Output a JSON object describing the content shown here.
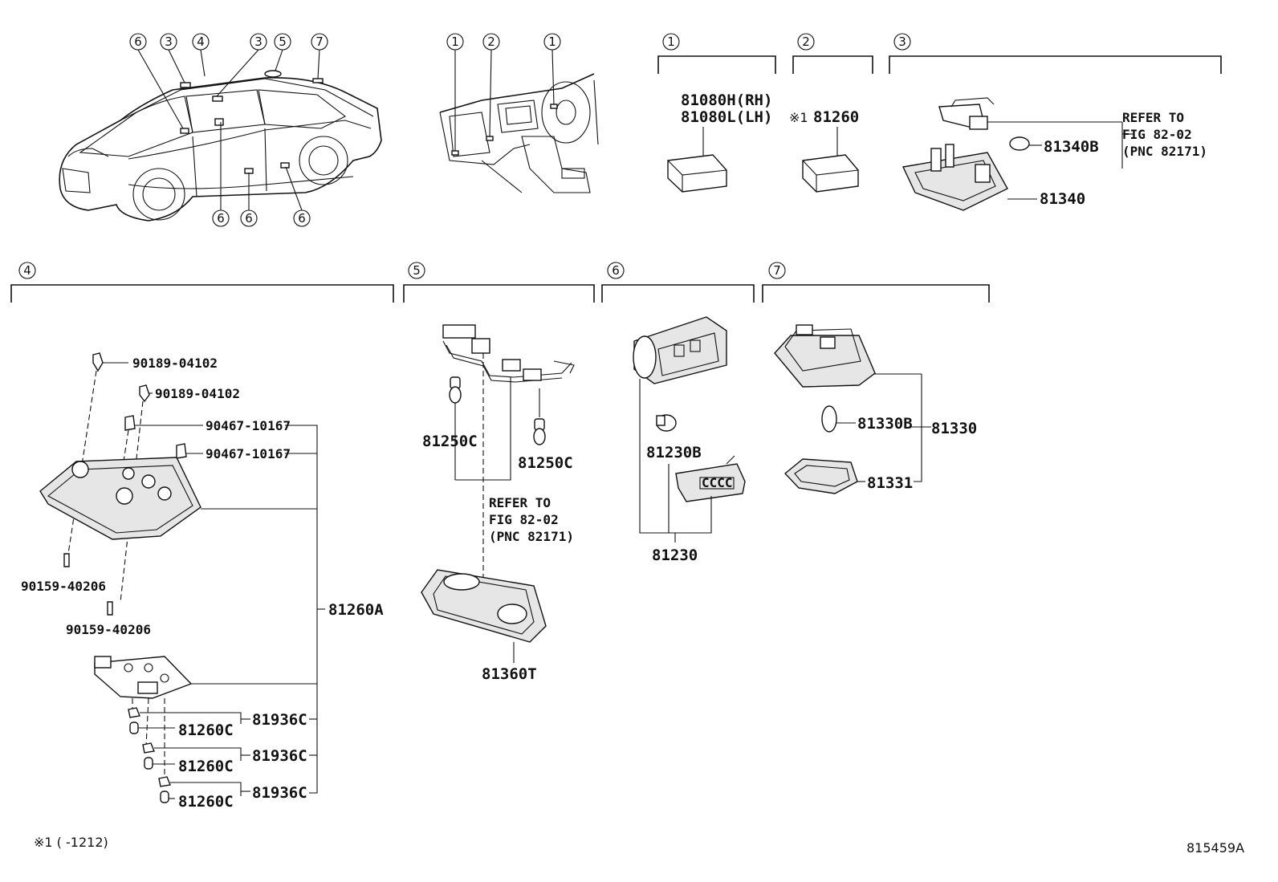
{
  "diagram": {
    "callout_numbers": [
      "1",
      "2",
      "3",
      "4",
      "5",
      "6",
      "7"
    ],
    "sections": [
      {
        "id": "1",
        "parts": [
          "81080H(RH)",
          "81080L(LH)"
        ]
      },
      {
        "id": "2",
        "note_mark": "※1",
        "parts": [
          "81260"
        ]
      },
      {
        "id": "3",
        "parts": [
          "81340B",
          "81340"
        ],
        "refer": [
          "REFER TO",
          "FIG 82-02",
          "(PNC 82171)"
        ]
      },
      {
        "id": "4",
        "parts": [
          "90189-04102",
          "90189-04102",
          "90467-10167",
          "90467-10167",
          "90159-40206",
          "90159-40206",
          "81260A",
          "81260C",
          "81936C",
          "81260C",
          "81936C",
          "81260C",
          "81936C"
        ]
      },
      {
        "id": "5",
        "parts": [
          "81250C",
          "81250C",
          "81360T"
        ],
        "refer": [
          "REFER TO",
          "FIG 82-02",
          "(PNC 82171)"
        ]
      },
      {
        "id": "6",
        "parts": [
          "81230B",
          "81230"
        ]
      },
      {
        "id": "7",
        "parts": [
          "81330B",
          "81330",
          "81331"
        ]
      }
    ],
    "footnote": "※1 (       -1212)",
    "figure_id": "815459A"
  }
}
